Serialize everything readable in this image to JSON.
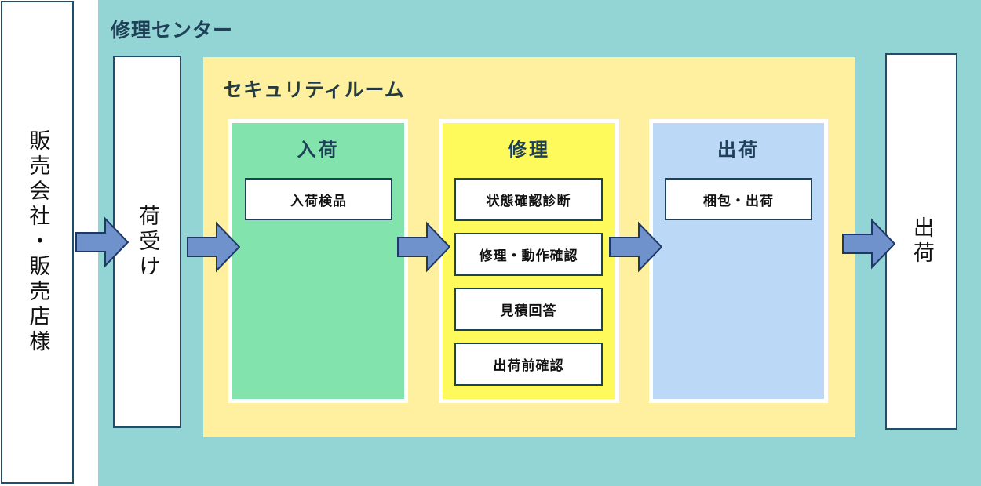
{
  "diagram": {
    "title_hidden": "",
    "external": {
      "customer": {
        "label": "販売会社・販売店様"
      },
      "shipping_out": {
        "label": "出荷"
      }
    },
    "repair_center": {
      "title": "修理センター",
      "receiving": {
        "label": "荷受け"
      },
      "security_room": {
        "title": "セキュリティルーム",
        "stages": [
          {
            "title": "入荷",
            "color": "#82e3ad",
            "tasks": [
              "入荷検品"
            ]
          },
          {
            "title": "修理",
            "color": "#fffa5c",
            "tasks": [
              "状態確認診断",
              "修理・動作確認",
              "見積回答",
              "出荷前確認"
            ]
          },
          {
            "title": "出荷",
            "color": "#bcd8f7",
            "tasks": [
              "梱包・出荷"
            ]
          }
        ]
      }
    },
    "arrows": [
      {
        "name": "arrow-customer-to-receiving"
      },
      {
        "name": "arrow-receiving-to-inbound"
      },
      {
        "name": "arrow-inbound-to-repair"
      },
      {
        "name": "arrow-repair-to-outbound"
      },
      {
        "name": "arrow-outbound-to-shipping"
      }
    ],
    "colors": {
      "center_bg": "#93d4d4",
      "security_bg": "#fff0a0",
      "inbound_bg": "#82e3ad",
      "repair_bg": "#fffa5c",
      "outbound_bg": "#bcd8f7",
      "arrow_fill": "#6f92cc",
      "arrow_stroke": "#1f3864",
      "title_text": "#1f4158",
      "box_border": "#1f4158"
    }
  }
}
